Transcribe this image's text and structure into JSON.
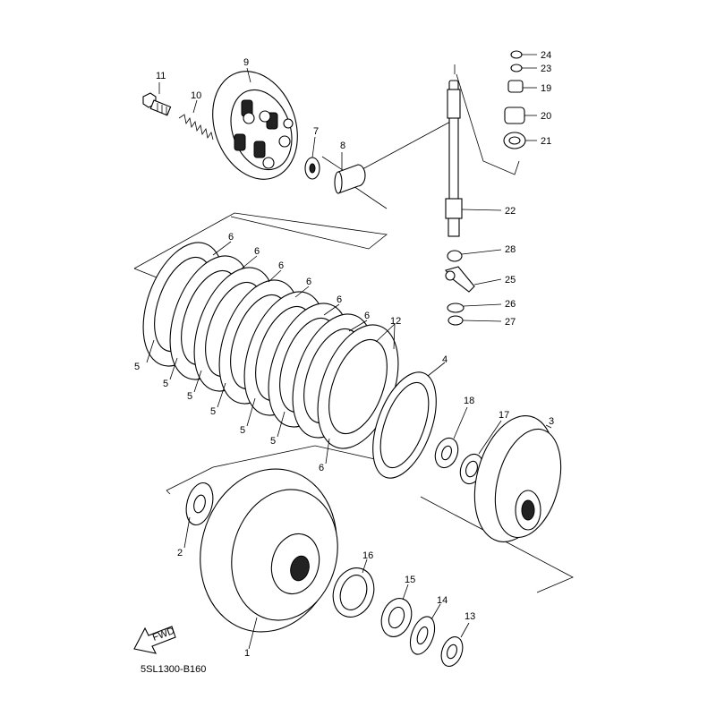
{
  "diagram": {
    "code": "5SL1300-B160",
    "fwd_label": "FWD",
    "callouts": {
      "c1": "1",
      "c2": "2",
      "c3": "3",
      "c4": "4",
      "c5a": "5",
      "c5b": "5",
      "c5c": "5",
      "c5d": "5",
      "c5e": "5",
      "c5f": "5",
      "c6a": "6",
      "c6b": "6",
      "c6c": "6",
      "c6d": "6",
      "c6e": "6",
      "c6f": "6",
      "c6g": "6",
      "c7": "7",
      "c8": "8",
      "c9": "9",
      "c10": "10",
      "c11": "11",
      "c12": "12",
      "c13": "13",
      "c14": "14",
      "c15": "15",
      "c16": "16",
      "c17": "17",
      "c18": "18",
      "c19": "19",
      "c20": "20",
      "c21": "21",
      "c22": "22",
      "c23": "23",
      "c24": "24",
      "c25": "25",
      "c26": "26",
      "c27": "27",
      "c28": "28"
    }
  }
}
